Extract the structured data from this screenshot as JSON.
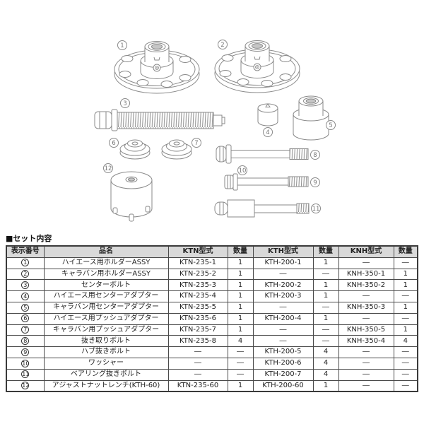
{
  "section": {
    "title": "■セット内容"
  },
  "diagram": {
    "labels": [
      "1",
      "2",
      "3",
      "4",
      "5",
      "6",
      "7",
      "8",
      "9",
      "10",
      "11",
      "12"
    ]
  },
  "table": {
    "headers": [
      "表示番号",
      "品名",
      "KTN型式",
      "数量",
      "KTH型式",
      "数量",
      "KNH型式",
      "数量"
    ],
    "rows": [
      [
        "1",
        "ハイエース用ホルダーASSY",
        "KTN-235-1",
        "1",
        "KTH-200-1",
        "1",
        "―",
        "―"
      ],
      [
        "2",
        "キャラバン用ホルダーASSY",
        "KTN-235-2",
        "1",
        "―",
        "―",
        "KNH-350-1",
        "1"
      ],
      [
        "3",
        "センターボルト",
        "KTN-235-3",
        "1",
        "KTH-200-2",
        "1",
        "KNH-350-2",
        "1"
      ],
      [
        "4",
        "ハイエース用センターアダプター",
        "KTN-235-4",
        "1",
        "KTH-200-3",
        "1",
        "―",
        "―"
      ],
      [
        "5",
        "キャラバン用センターアダプター",
        "KTN-235-5",
        "1",
        "―",
        "―",
        "KNH-350-3",
        "1"
      ],
      [
        "6",
        "ハイエース用プッシュアダプター",
        "KTN-235-6",
        "1",
        "KTH-200-4",
        "1",
        "―",
        "―"
      ],
      [
        "7",
        "キャラバン用プッシュアダプター",
        "KTN-235-7",
        "1",
        "―",
        "―",
        "KNH-350-5",
        "1"
      ],
      [
        "8",
        "抜き取りボルト",
        "KTN-235-8",
        "4",
        "―",
        "―",
        "KNH-350-4",
        "4"
      ],
      [
        "9",
        "ハブ抜きボルト",
        "―",
        "―",
        "KTH-200-5",
        "4",
        "―",
        "―"
      ],
      [
        "10",
        "ワッシャー",
        "―",
        "―",
        "KTH-200-6",
        "4",
        "―",
        "―"
      ],
      [
        "11",
        "ベアリング抜きボルト",
        "―",
        "―",
        "KTH-200-7",
        "4",
        "―",
        "―"
      ],
      [
        "12",
        "アジャストナットレンチ(KTH-60)",
        "KTN-235-60",
        "1",
        "KTH-200-60",
        "1",
        "―",
        "―"
      ]
    ]
  },
  "colors": {
    "line": "#8a8a8a",
    "table_border": "#4a4a4a",
    "header_bg": "#d9d9d9",
    "recess": "#c6c6c6",
    "text": "#222222"
  }
}
